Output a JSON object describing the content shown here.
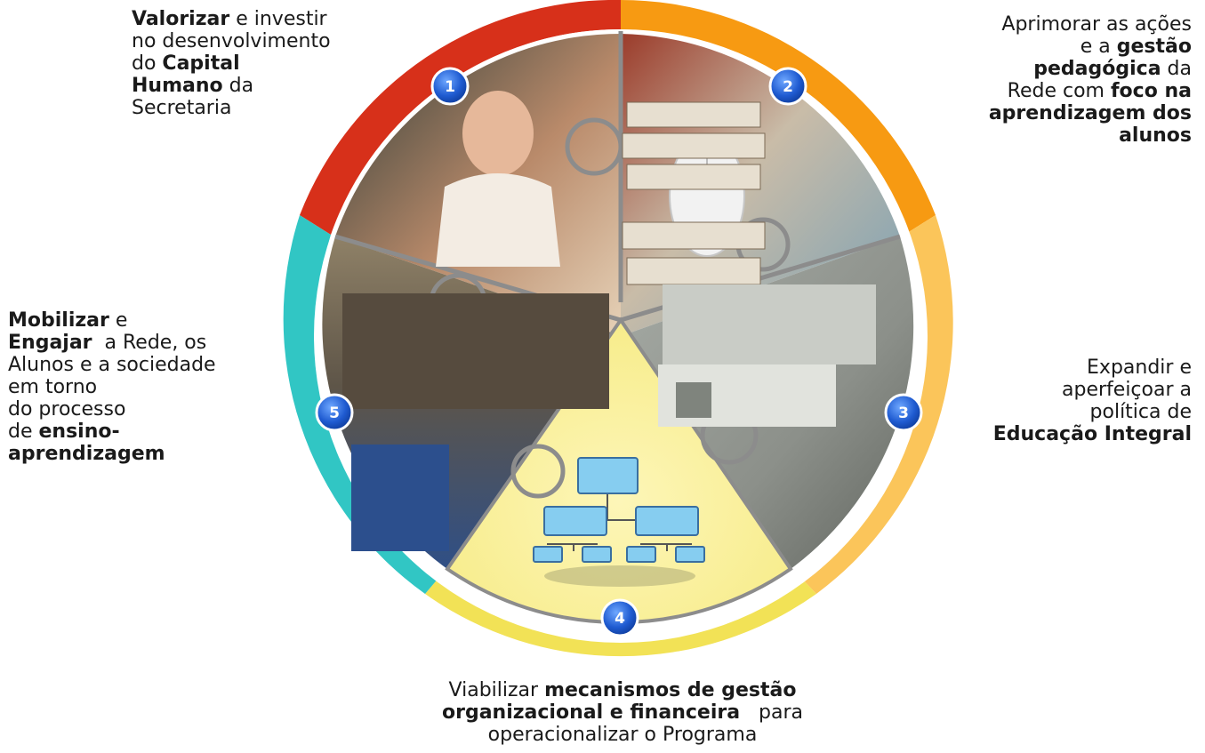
{
  "items": [
    {
      "number": "1",
      "color": "#d7301a",
      "lines": [
        [
          "Valorizar",
          " e investir"
        ],
        [
          "no desenvolvimento"
        ],
        [
          "do ",
          "Capital"
        ],
        [
          "Humano",
          " da"
        ],
        [
          "Secretaria"
        ]
      ]
    },
    {
      "number": "2",
      "color": "#f79a12",
      "lines": [
        [
          "Aprimorar as ações"
        ],
        [
          "e a ",
          "gestão"
        ],
        [
          "pedagógica",
          " da"
        ],
        [
          "Rede com ",
          "foco na"
        ],
        [
          "aprendizagem dos"
        ],
        [
          "alunos"
        ]
      ]
    },
    {
      "number": "3",
      "color": "#fbc55a",
      "lines": [
        [
          "Expandir e"
        ],
        [
          "aperfeiçoar  a"
        ],
        [
          "política de"
        ],
        [
          "Educação Integral"
        ]
      ]
    },
    {
      "number": "4",
      "color": "#f2e256",
      "lines": [
        [
          "Viabilizar ",
          "mecanismos  de gestão"
        ],
        [
          "organizacional e financeira",
          "   para"
        ],
        [
          "operacionalizar o Programa"
        ]
      ]
    },
    {
      "number": "5",
      "color": "#31c6c4",
      "lines": [
        [
          "Mobilizar",
          " e"
        ],
        [
          "Engajar",
          "  a Rede, os"
        ],
        [
          "Alunos e a sociedade"
        ],
        [
          "em torno"
        ],
        [
          "do processo"
        ],
        [
          "de ",
          "ensino-"
        ],
        [
          "aprendizagem"
        ]
      ]
    }
  ]
}
